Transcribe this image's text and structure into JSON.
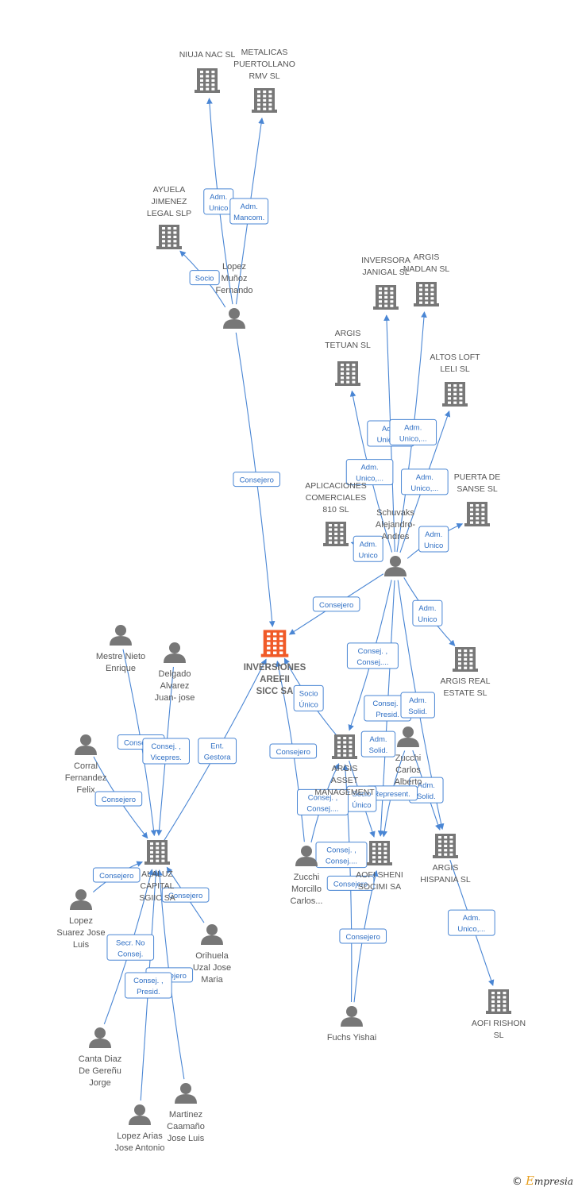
{
  "colors": {
    "edge": "#4a86d4",
    "icon": "#777777",
    "focus": "#f05a28"
  },
  "nodes": [
    {
      "id": "niuja",
      "type": "company",
      "label": [
        "NIUJA NAC SL"
      ],
      "icon": "building-icon"
    },
    {
      "id": "metalicas",
      "type": "company",
      "label": [
        "METALICAS",
        "PUERTOLLANO",
        "RMV SL"
      ],
      "icon": "building-icon"
    },
    {
      "id": "ayuela",
      "type": "company",
      "label": [
        "AYUELA",
        "JIMENEZ",
        "LEGAL  SLP"
      ],
      "icon": "building-icon"
    },
    {
      "id": "lopezmf",
      "type": "person",
      "label": [
        "Lopez",
        "Muñoz",
        "Fernando"
      ],
      "icon": "person-icon"
    },
    {
      "id": "inversora",
      "type": "company",
      "label": [
        "INVERSORA",
        "JANIGAL  SL"
      ],
      "icon": "building-icon"
    },
    {
      "id": "nadlan",
      "type": "company",
      "label": [
        "ARGIS",
        "NADLAN  SL"
      ],
      "icon": "building-icon"
    },
    {
      "id": "tetuan",
      "type": "company",
      "label": [
        "ARGIS",
        "TETUAN  SL"
      ],
      "icon": "building-icon"
    },
    {
      "id": "altos",
      "type": "company",
      "label": [
        "ALTOS LOFT",
        "LELI  SL"
      ],
      "icon": "building-icon"
    },
    {
      "id": "aplicaciones",
      "type": "company",
      "label": [
        "APLICACIONES",
        "COMERCIALES",
        "810  SL"
      ],
      "icon": "building-icon"
    },
    {
      "id": "puerta",
      "type": "company",
      "label": [
        "PUERTA DE",
        "SANSE  SL"
      ],
      "icon": "building-icon"
    },
    {
      "id": "schuvaks",
      "type": "person",
      "label": [
        "Schuvaks",
        "Alejandro-",
        "Andres"
      ],
      "icon": "person-icon"
    },
    {
      "id": "inversiones",
      "type": "focus",
      "label": [
        "INVERSIONES",
        "AREFII",
        "SICC SA"
      ],
      "icon": "building-icon"
    },
    {
      "id": "argisreal",
      "type": "company",
      "label": [
        "ARGIS REAL",
        "ESTATE  SL"
      ],
      "icon": "building-icon"
    },
    {
      "id": "mestre",
      "type": "person",
      "label": [
        "Mestre Nieto",
        "Enrique"
      ],
      "icon": "person-icon"
    },
    {
      "id": "delgado",
      "type": "person",
      "label": [
        "Delgado",
        "Alvarez",
        "Juan- jose"
      ],
      "icon": "person-icon"
    },
    {
      "id": "corral",
      "type": "person",
      "label": [
        "Corral",
        "Fernandez",
        "Felix"
      ],
      "icon": "person-icon"
    },
    {
      "id": "argisasset",
      "type": "company",
      "label": [
        "ARGIS",
        "ASSET",
        "MANAGEMENT"
      ],
      "icon": "building-icon"
    },
    {
      "id": "zucchica",
      "type": "person",
      "label": [
        "Zucchi",
        "Carlos",
        "Alberto"
      ],
      "icon": "person-icon"
    },
    {
      "id": "alaluz",
      "type": "company",
      "label": [
        "ALALUZ",
        "CAPITAL",
        "SGIIC SA"
      ],
      "icon": "building-icon"
    },
    {
      "id": "zucchimc",
      "type": "person",
      "label": [
        "Zucchi",
        "Morcillo",
        "Carlos..."
      ],
      "icon": "person-icon"
    },
    {
      "id": "aoficheni",
      "type": "company",
      "label": [
        "AOFI SHENI",
        "SOCIMI SA"
      ],
      "icon": "building-icon"
    },
    {
      "id": "argishisp",
      "type": "company",
      "label": [
        "ARGIS",
        "HISPANIA  SL"
      ],
      "icon": "building-icon"
    },
    {
      "id": "lopezsj",
      "type": "person",
      "label": [
        "Lopez",
        "Suarez Jose",
        "Luis"
      ],
      "icon": "person-icon"
    },
    {
      "id": "orihuela",
      "type": "person",
      "label": [
        "Orihuela",
        "Uzal Jose",
        "Maria"
      ],
      "icon": "person-icon"
    },
    {
      "id": "aofirishon",
      "type": "company",
      "label": [
        "AOFI RISHON",
        "SL"
      ],
      "icon": "building-icon"
    },
    {
      "id": "fuchs",
      "type": "person",
      "label": [
        "Fuchs Yishai"
      ],
      "icon": "person-icon"
    },
    {
      "id": "canta",
      "type": "person",
      "label": [
        "Canta Diaz",
        "De Gereñu",
        "Jorge"
      ],
      "icon": "person-icon"
    },
    {
      "id": "martinez",
      "type": "person",
      "label": [
        "Martinez",
        "Caamaño",
        "Jose Luis"
      ],
      "icon": "person-icon"
    },
    {
      "id": "lopezaj",
      "type": "person",
      "label": [
        "Lopez Arias",
        "Jose Antonio"
      ],
      "icon": "person-icon"
    }
  ],
  "edges": [
    {
      "from": "lopezmf",
      "to": "niuja",
      "label": [
        "Adm.",
        "Unico"
      ]
    },
    {
      "from": "lopezmf",
      "to": "metalicas",
      "label": [
        "Adm.",
        "Mancom."
      ]
    },
    {
      "from": "lopezmf",
      "to": "ayuela",
      "label": [
        "Socio"
      ]
    },
    {
      "from": "lopezmf",
      "to": "inversiones",
      "label": [
        "Consejero"
      ]
    },
    {
      "from": "schuvaks",
      "to": "inversora",
      "label": [
        "Adm.",
        "Unico,..."
      ]
    },
    {
      "from": "schuvaks",
      "to": "nadlan",
      "label": [
        "Adm.",
        "Unico,..."
      ]
    },
    {
      "from": "schuvaks",
      "to": "tetuan",
      "label": [
        "Adm.",
        "Unico,..."
      ]
    },
    {
      "from": "schuvaks",
      "to": "altos",
      "label": [
        "Adm.",
        "Unico,..."
      ]
    },
    {
      "from": "schuvaks",
      "to": "aplicaciones",
      "label": [
        "Adm.",
        "Unico"
      ]
    },
    {
      "from": "schuvaks",
      "to": "puerta",
      "label": [
        "Adm.",
        "Unico"
      ]
    },
    {
      "from": "schuvaks",
      "to": "inversiones",
      "label": [
        "Consejero"
      ]
    },
    {
      "from": "schuvaks",
      "to": "argisreal",
      "label": [
        "Adm.",
        "Unico"
      ]
    },
    {
      "from": "schuvaks",
      "to": "argisasset",
      "label": [
        "Consej. ,",
        "Consej...."
      ]
    },
    {
      "from": "schuvaks",
      "to": "aoficheni",
      "label": [
        "Consej. ,",
        "Presid."
      ]
    },
    {
      "from": "schuvaks",
      "to": "argishisp",
      "label": [
        "Adm.",
        "Solid."
      ]
    },
    {
      "from": "zucchica",
      "to": "argisasset",
      "label": [
        "Adm.",
        "Solid."
      ]
    },
    {
      "from": "zucchica",
      "to": "argishisp",
      "label": [
        "Adm.",
        "Solid."
      ]
    },
    {
      "from": "zucchica",
      "to": "aoficheni",
      "label": [
        "Represent."
      ]
    },
    {
      "from": "argisasset",
      "to": "inversiones",
      "label": [
        "Socio",
        "Único"
      ]
    },
    {
      "from": "argisasset",
      "to": "aoficheni",
      "label": [
        "Socio",
        "Único"
      ]
    },
    {
      "from": "zucchimc",
      "to": "inversiones",
      "label": [
        "Consejero"
      ]
    },
    {
      "from": "zucchimc",
      "to": "argisasset",
      "label": [
        "Consej. ,",
        "Consej...."
      ]
    },
    {
      "from": "zucchimc",
      "to": "aoficheni",
      "label": [
        "Consej. ,",
        "Consej...."
      ]
    },
    {
      "from": "fuchs",
      "to": "argisasset",
      "label": [
        "Consejero"
      ]
    },
    {
      "from": "fuchs",
      "to": "aoficheni",
      "label": [
        "Consejero"
      ]
    },
    {
      "from": "argishisp",
      "to": "aofirishon",
      "label": [
        "Adm.",
        "Unico,..."
      ]
    },
    {
      "from": "alaluz",
      "to": "inversiones",
      "label": [
        "Ent.",
        "Gestora"
      ]
    },
    {
      "from": "mestre",
      "to": "alaluz",
      "label": [
        "Consejero"
      ]
    },
    {
      "from": "delgado",
      "to": "alaluz",
      "label": [
        "Consej. ,",
        "Vicepres."
      ]
    },
    {
      "from": "corral",
      "to": "alaluz",
      "label": [
        "Consejero"
      ]
    },
    {
      "from": "lopezsj",
      "to": "alaluz",
      "label": [
        "Consejero"
      ]
    },
    {
      "from": "orihuela",
      "to": "alaluz",
      "label": [
        "Consejero"
      ]
    },
    {
      "from": "canta",
      "to": "alaluz",
      "label": [
        "Secr.  No",
        "Consej."
      ]
    },
    {
      "from": "martinez",
      "to": "alaluz",
      "label": [
        "Consejero"
      ]
    },
    {
      "from": "lopezaj",
      "to": "alaluz",
      "label": [
        "Consej. ,",
        "Presid."
      ]
    }
  ],
  "footer": {
    "copyright_symbol": "©",
    "brand_initial": "E",
    "brand_rest": "mpresia"
  }
}
